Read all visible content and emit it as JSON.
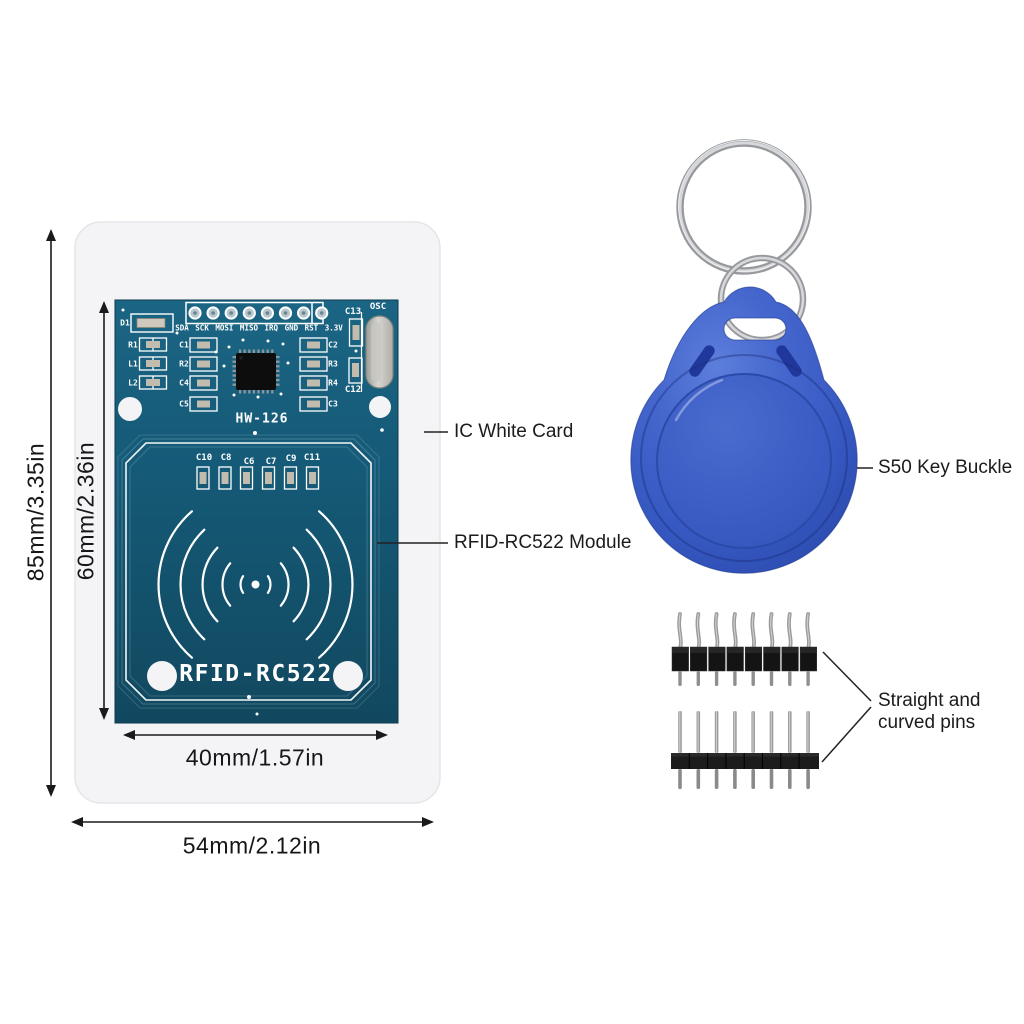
{
  "annotations": {
    "ic_white_card": "IC White Card",
    "rfid_module": "RFID-RC522 Module",
    "key_buckle": "S50 Key Buckle",
    "pins": "Straight and curved pins"
  },
  "dimensions": {
    "card_height": "85mm/3.35in",
    "pcb_height": "60mm/2.36in",
    "pcb_width": "40mm/1.57in",
    "card_width": "54mm/2.12in"
  },
  "pcb": {
    "title": "RFID-RC522",
    "model": "HW-126",
    "pin_labels": "SDA SCK MOSI MISO IRQ GND RST 3.3V",
    "silkscreen": {
      "d1": "D1",
      "r1": "R1",
      "l1": "L1",
      "l2": "L2",
      "c1": "C1",
      "r2": "R2",
      "c4": "C4",
      "c5": "C5",
      "c2": "C2",
      "r3": "R3",
      "r4": "R4",
      "c3": "C3",
      "c13": "C13",
      "osc": "OSC",
      "c12": "C12",
      "c10": "C10",
      "c8": "C8",
      "c6": "C6",
      "c7": "C7",
      "c9": "C9",
      "c11": "C11"
    }
  },
  "colors": {
    "pcb": "#155a77",
    "fob": "#3b5fc6",
    "card": "#f4f4f6",
    "silkscreen": "#ffffff",
    "ink": "#1a1a1a"
  }
}
